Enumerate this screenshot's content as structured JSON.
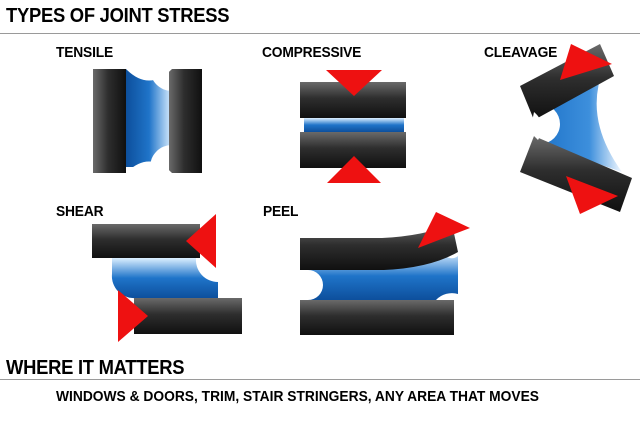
{
  "header": {
    "title": "TYPES OF JOINT STRESS"
  },
  "stress_types": [
    {
      "id": "tensile",
      "label": "TENSILE"
    },
    {
      "id": "compressive",
      "label": "COMPRESSIVE"
    },
    {
      "id": "cleavage",
      "label": "CLEAVAGE"
    },
    {
      "id": "shear",
      "label": "SHEAR"
    },
    {
      "id": "peel",
      "label": "PEEL"
    }
  ],
  "section": {
    "title": "WHERE IT MATTERS",
    "text": "WINDOWS & DOORS, TRIM, STAIR STRINGERS, ANY AREA THAT MOVES"
  },
  "colors": {
    "bar": "#2b2b2b",
    "adhesive": "#1f74c9",
    "arrow": "#ee1111",
    "rule": "#9a9a9a"
  }
}
